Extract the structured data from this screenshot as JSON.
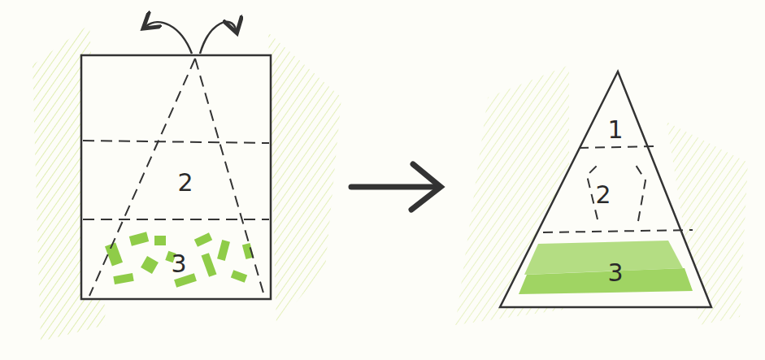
{
  "diagram": {
    "labels": [
      "2",
      "3",
      "1",
      "2",
      "3"
    ]
  }
}
